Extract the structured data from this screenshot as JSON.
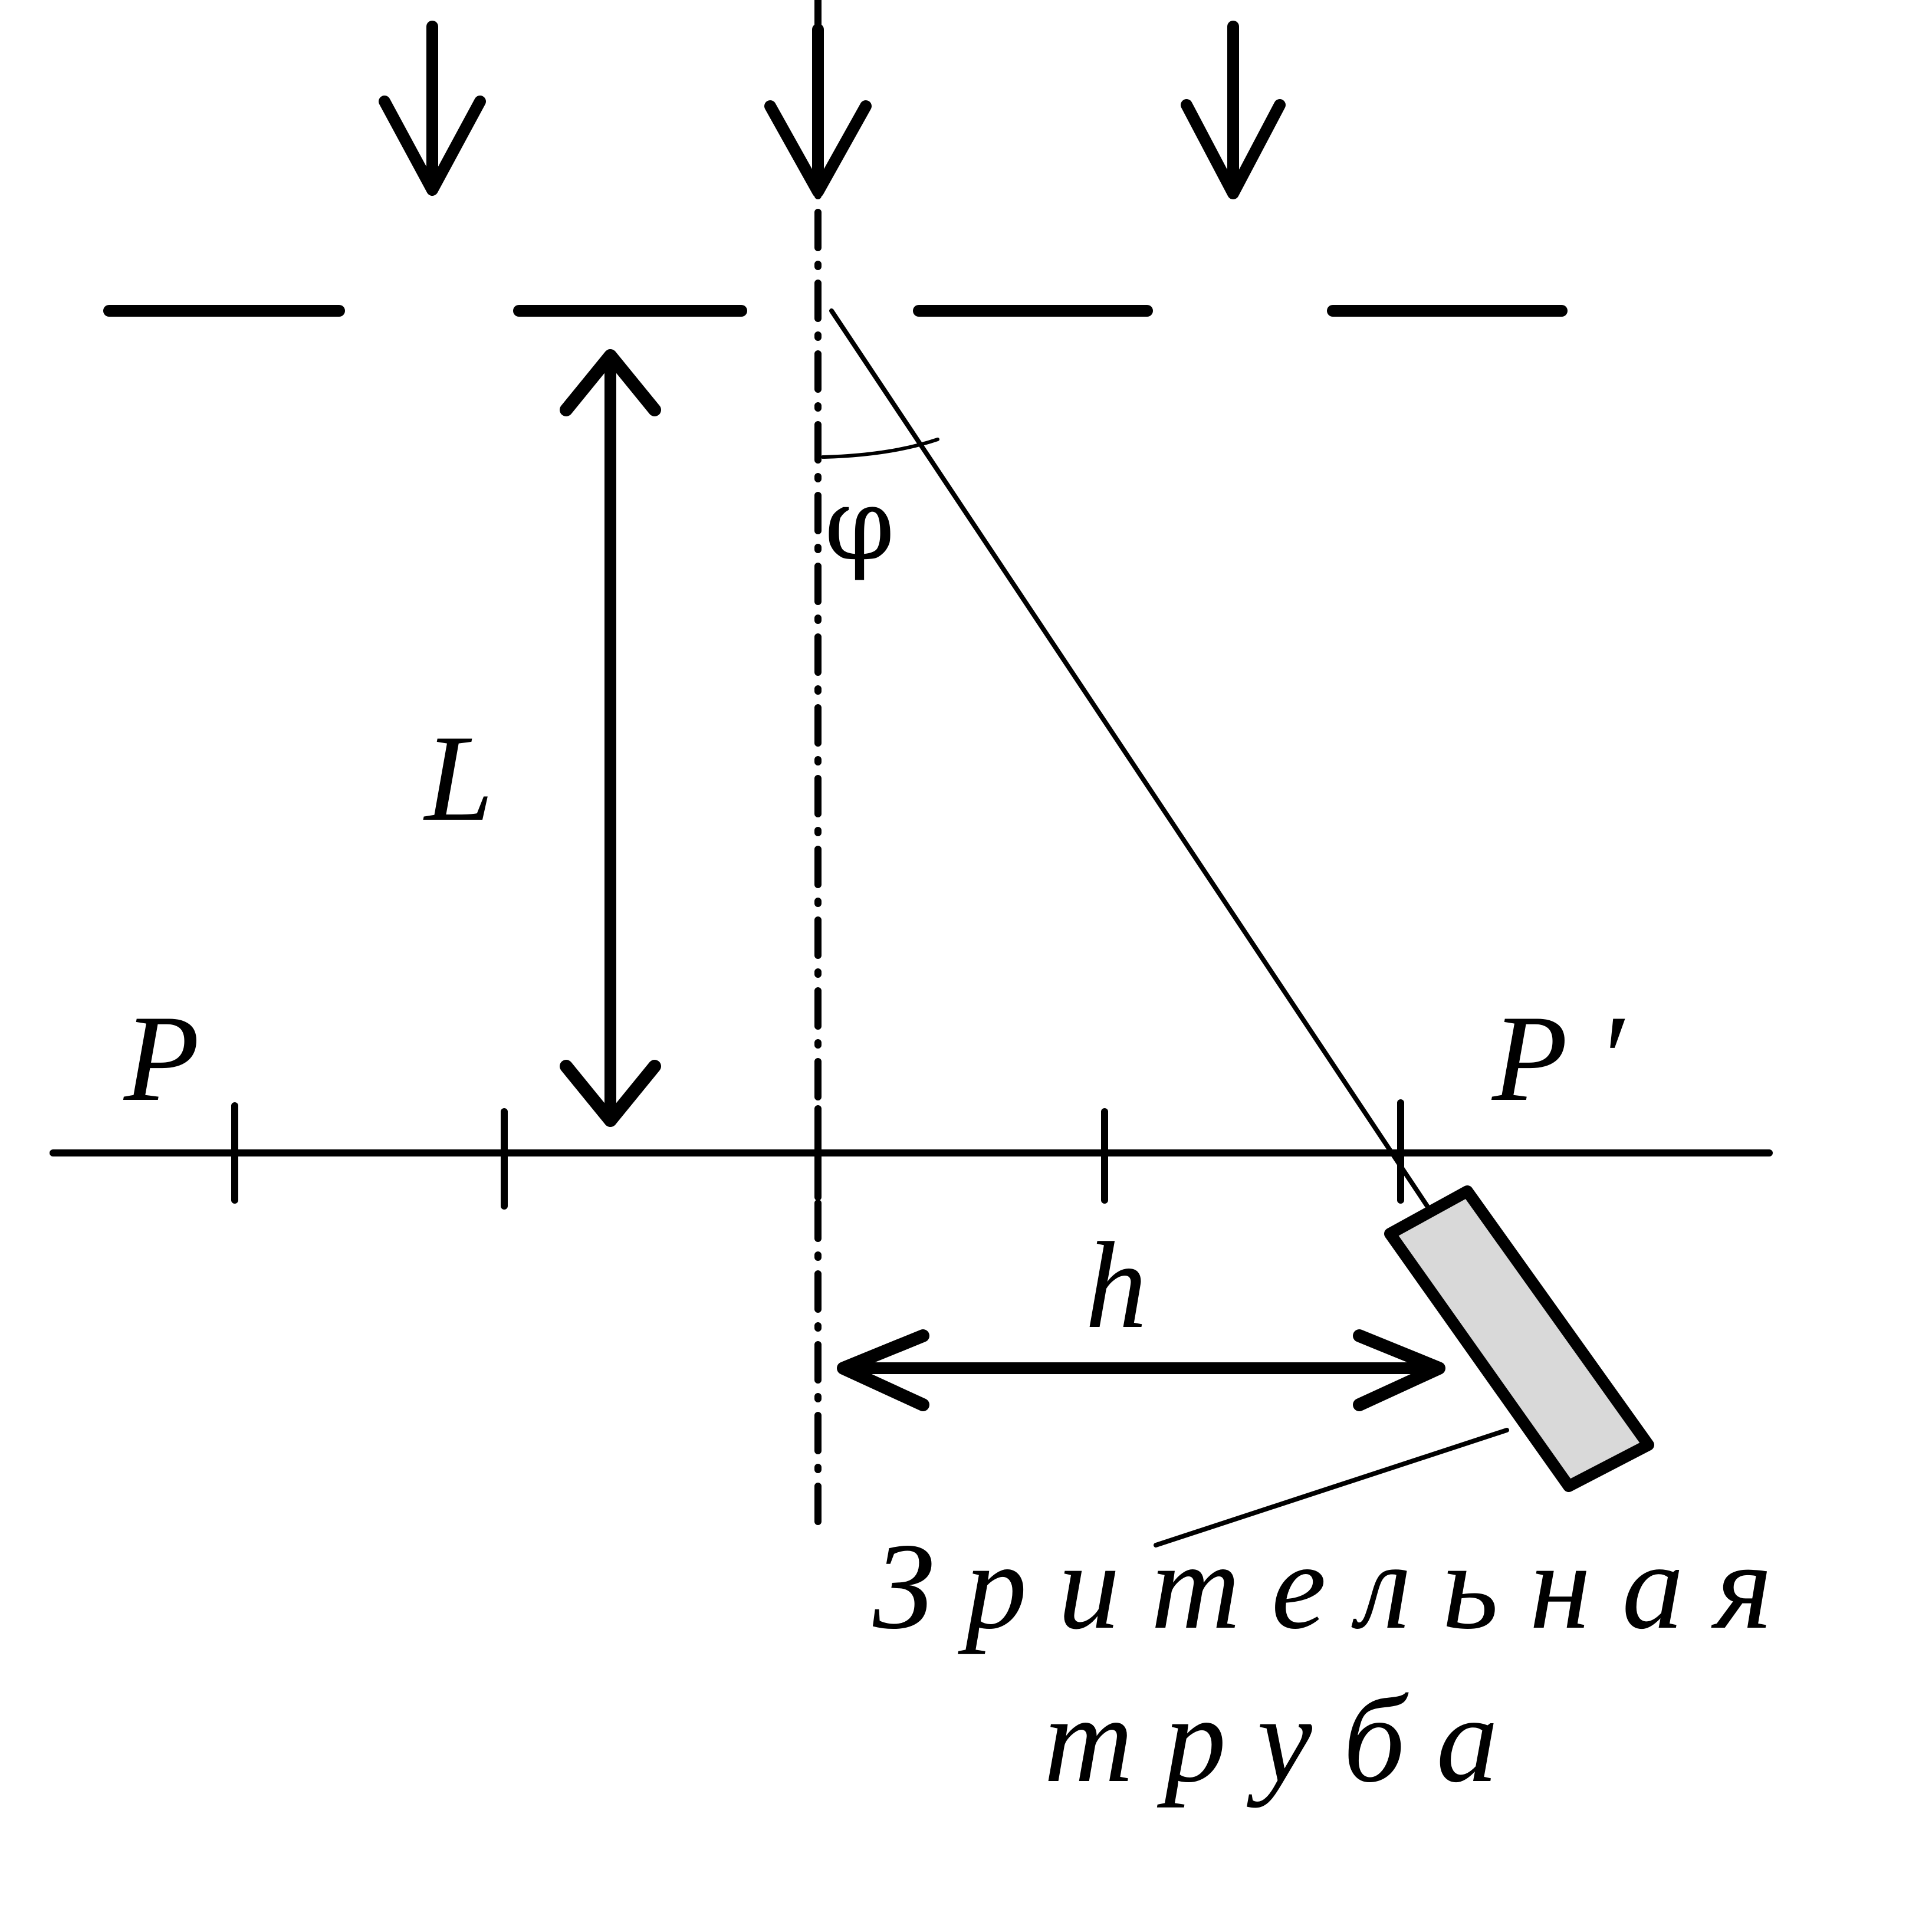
{
  "labels": {
    "length": "L",
    "angle": "φ",
    "plane_left": "P",
    "plane_right": "P ′",
    "offset": "h",
    "telescope_line1": "З р и т е л ь н а я",
    "telescope_line2": "т р у б а"
  },
  "colors": {
    "stroke": "#000000",
    "telescope_fill": "#d9d9d9",
    "background": "#ffffff"
  }
}
